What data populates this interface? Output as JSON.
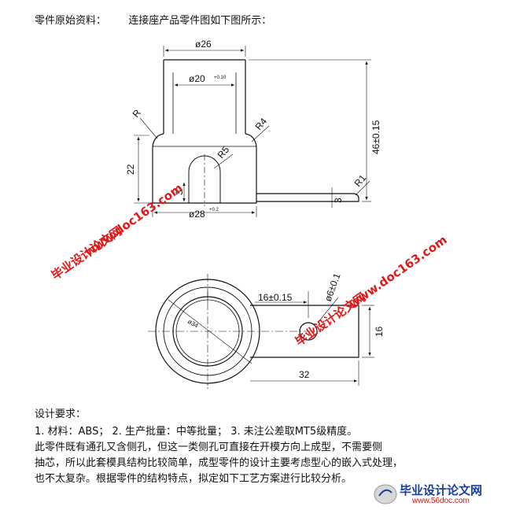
{
  "header": {
    "label": "零件原始资料：",
    "description": "连接座产品零件图如下图所示："
  },
  "drawing": {
    "front_view": {
      "outer_diameter": "ø26",
      "bore_diameter": "ø20",
      "bore_tolerance": "+0.10",
      "base_diameter": "ø28",
      "base_tolerance": "+0.2",
      "total_height": "46±0.15",
      "base_height": "22",
      "radius_top": "R",
      "radius_shoulder": "R4",
      "radius_hole": "R5",
      "radius_tab": "R1",
      "tab_thickness": "3",
      "small_dim": "3"
    },
    "top_view": {
      "hole_spacing": "16±0.15",
      "hole_diameter": "ø6±0.1",
      "tab_width": "16",
      "tab_length": "32",
      "inner_diameter": "ø34"
    }
  },
  "watermarks": {
    "site_cn": "毕业设计论文网",
    "site_url": "www.doc163.com"
  },
  "requirements": {
    "title": "设计要求：",
    "list_line": "1. 材料：ABS；  2. 生产批量：中等批量；  3. 未注公差取MT5级精度。",
    "paragraph": [
      "   此零件既有通孔又含侧孔，但这一类侧孔可直接在开模方向上成型，不需要侧",
      "抽芯，所以此套模具结构比较简单，成型零件的设计主要考虑型心的嵌入式处理，",
      "也不太复杂。根据零件的结构特点，拟定如下工艺方案进行比较分析。"
    ]
  },
  "logo": {
    "title": "毕业设计论文网",
    "url": "www.56doc.com"
  },
  "colors": {
    "ink": "#111111",
    "watermark": "#e01818",
    "logo_blue": "#1a3e9a"
  }
}
